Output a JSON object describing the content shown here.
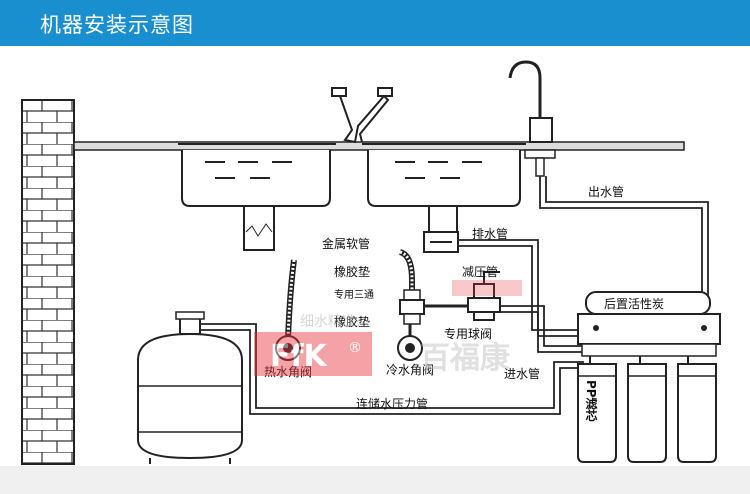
{
  "header": {
    "title": "机器安装示意图"
  },
  "labels": {
    "outlet_pipe": "出水管",
    "drain_pipe": "排水管",
    "metal_hose": "金属软管",
    "rubber_gasket_top": "橡胶垫",
    "tee": "专用三通",
    "rubber_gasket_bottom": "橡胶垫",
    "pressure_reducer": "减压管",
    "ball_valve": "专用球阀",
    "hot_angle_valve": "热水角阀",
    "cold_angle_valve": "冷水角阀",
    "inlet_pipe": "进水管",
    "tank_pressure_pipe": "连储水压力管",
    "post_carbon": "后置活性炭",
    "pp_filter": "PP滤芯"
  },
  "watermark": {
    "brand_logo": "FfK",
    "registered": "®",
    "brand_cn": "百福康",
    "faint_text": "细水精准…"
  },
  "colors": {
    "header_bg": "#1a8fd0",
    "watermark_red": "#e8333b",
    "line": "#222222"
  }
}
